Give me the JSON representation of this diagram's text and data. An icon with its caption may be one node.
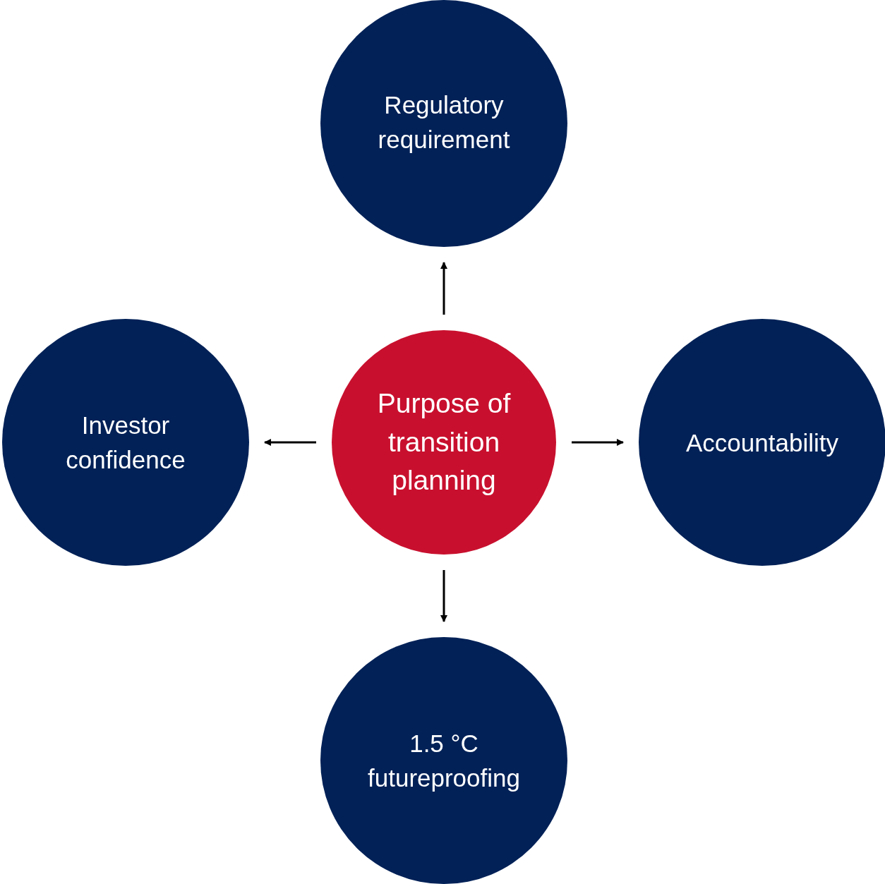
{
  "diagram": {
    "nodes": [
      {
        "text": [
          "Regulatory requirement"
        ]
      },
      {
        "text": [
          "Investor confidence"
        ]
      },
      {
        "text": [
          "Purpose of transition planning"
        ]
      },
      {
        "text": [
          "Accountability"
        ]
      },
      {
        "text": [
          "1.5 °C futureproofing"
        ]
      }
    ],
    "edges": [
      {
        "from": 2,
        "to": 0,
        "arrow": "to"
      },
      {
        "from": 2,
        "to": 1,
        "arrow": "to"
      },
      {
        "from": 2,
        "to": 3,
        "arrow": "to"
      },
      {
        "from": 2,
        "to": 4,
        "arrow": "to"
      }
    ]
  }
}
